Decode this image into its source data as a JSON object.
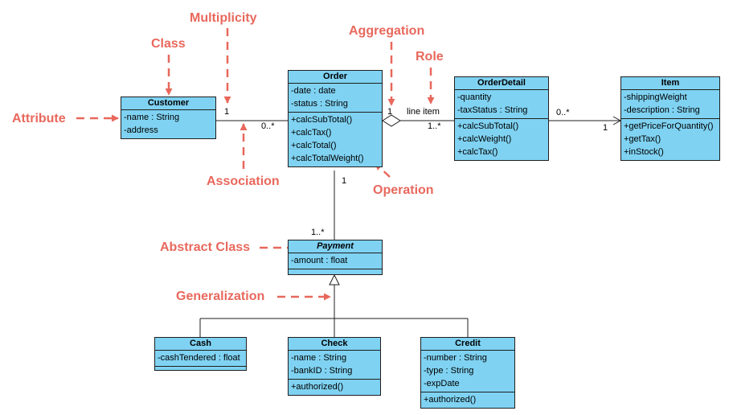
{
  "classes": {
    "customer": {
      "name": "Customer",
      "attributes": [
        "-name : String",
        "-address"
      ],
      "operations": []
    },
    "order": {
      "name": "Order",
      "attributes": [
        "-date : date",
        "-status : String"
      ],
      "operations": [
        "+calcSubTotal()",
        "+calcTax()",
        "+calcTotal()",
        "+calcTotalWeight()"
      ]
    },
    "orderdetail": {
      "name": "OrderDetail",
      "attributes": [
        "-quantity",
        "-taxStatus : String"
      ],
      "operations": [
        "+calcSubTotal()",
        "+calcWeight()",
        "+calcTax()"
      ]
    },
    "item": {
      "name": "Item",
      "attributes": [
        "-shippingWeight",
        "-description : String"
      ],
      "operations": [
        "+getPriceForQuantity()",
        "+getTax()",
        "+inStock()"
      ]
    },
    "payment": {
      "name": "Payment",
      "abstract": true,
      "attributes": [
        "-amount : float"
      ],
      "operations": []
    },
    "cash": {
      "name": "Cash",
      "attributes": [
        "-cashTendered : float"
      ],
      "operations": []
    },
    "check": {
      "name": "Check",
      "attributes": [
        "-name : String",
        "-bankID : String"
      ],
      "operations": [
        "+authorized()"
      ]
    },
    "credit": {
      "name": "Credit",
      "attributes": [
        "-number : String",
        "-type : String",
        "-expDate"
      ],
      "operations": [
        "+authorized()"
      ]
    }
  },
  "relationships": [
    {
      "type": "association",
      "from": "Customer",
      "to": "Order",
      "from_mult": "1",
      "to_mult": "0..*"
    },
    {
      "type": "aggregation",
      "whole": "Order",
      "part": "OrderDetail",
      "whole_mult": "1",
      "part_mult": "1..*",
      "role": "line item"
    },
    {
      "type": "association",
      "from": "OrderDetail",
      "to": "Item",
      "from_mult": "0..*",
      "to_mult": "1",
      "navigable_to": "Item"
    },
    {
      "type": "association",
      "from": "Order",
      "to": "Payment",
      "from_mult": "1",
      "to_mult": "1..*"
    },
    {
      "type": "generalization",
      "parent": "Payment",
      "children": [
        "Cash",
        "Check",
        "Credit"
      ]
    }
  ],
  "annotations": {
    "multiplicity": "Multiplicity",
    "class": "Class",
    "attribute": "Attribute",
    "association": "Association",
    "aggregation": "Aggregation",
    "role": "Role",
    "operation": "Operation",
    "abstract_class": "Abstract Class",
    "generalization": "Generalization"
  },
  "colors": {
    "class_fill": "#7fd2f2",
    "line": "#1f1f1f",
    "annotation": "#e8685c",
    "background": "#ffffff"
  }
}
